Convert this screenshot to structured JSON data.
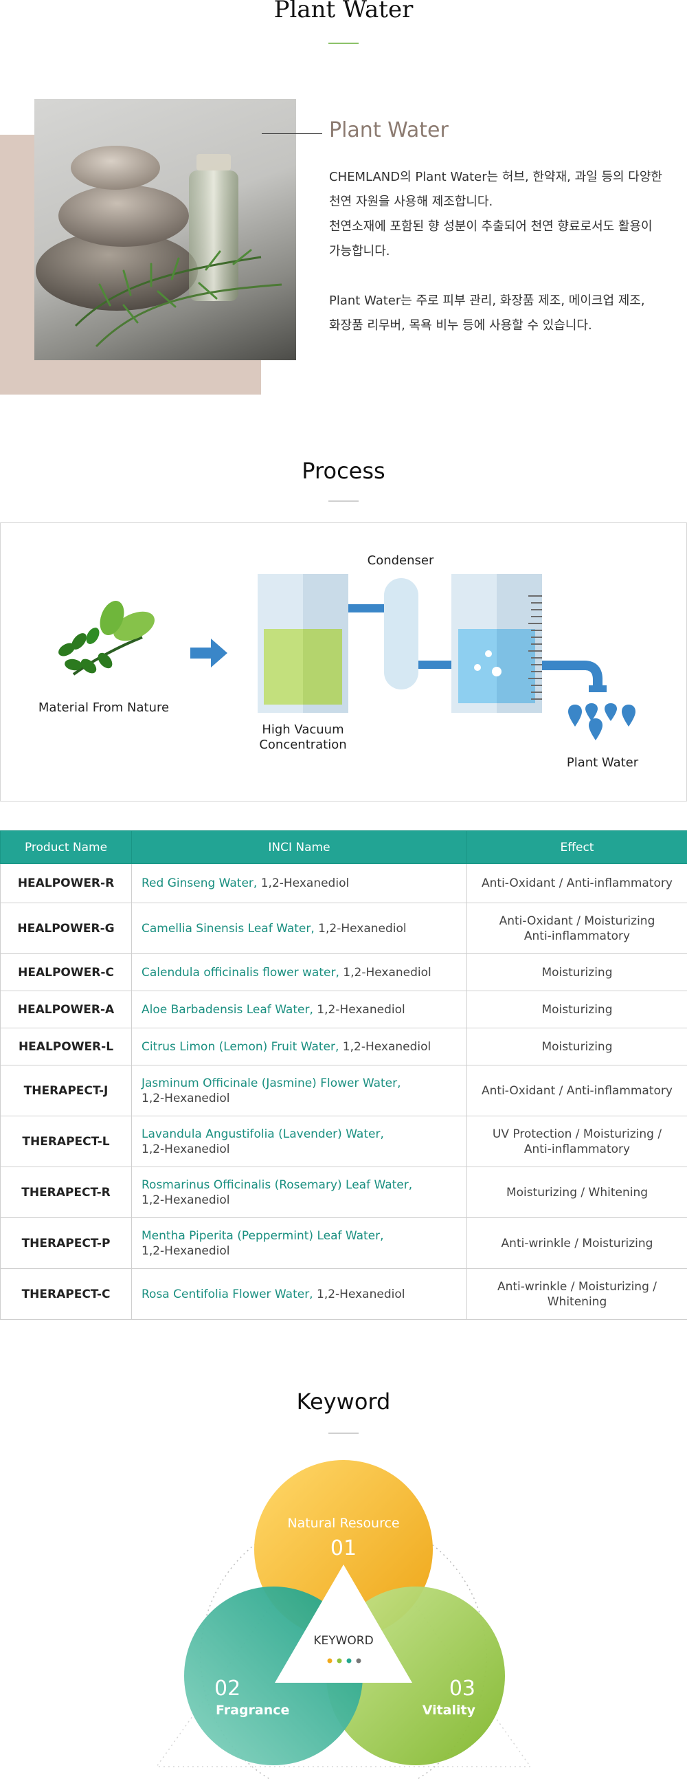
{
  "intro": {
    "section_title": "Plant Water",
    "title": "Plant Water",
    "paragraphs": [
      "CHEMLAND의 Plant Water는 허브, 한약재, 과일 등의 다양한\n천연 자원을 사용해 제조합니다.\n천연소재에 포함된 향 성분이 추출되어 천연 향료로서도 활용이\n가능합니다.",
      "Plant Water는 주로 피부 관리, 화장품 제조, 메이크업 제조,\n화장품 리무버, 목욕 비누 등에 사용할 수 있습니다."
    ]
  },
  "process": {
    "title": "Process",
    "material_label": "Material From Nature",
    "concentration_label_1": "High Vacuum",
    "concentration_label_2": "Concentration",
    "condenser_label": "Condenser",
    "output_label": "Plant Water"
  },
  "table": {
    "headers": [
      "Product Name",
      "INCI Name",
      "Effect"
    ],
    "rows": [
      {
        "name": "HEALPOWER-R",
        "inci_main": "Red Ginseng Water,",
        "inci_rest": " 1,2-Hexanediol",
        "effect": "Anti-Oxidant / Anti-inflammatory"
      },
      {
        "name": "HEALPOWER-G",
        "inci_main": "Camellia Sinensis Leaf Water,",
        "inci_rest": " 1,2-Hexanediol",
        "effect": "Anti-Oxidant / Moisturizing\nAnti-inflammatory"
      },
      {
        "name": "HEALPOWER-C",
        "inci_main": "Calendula officinalis flower water,",
        "inci_rest": " 1,2-Hexanediol",
        "effect": "Moisturizing"
      },
      {
        "name": "HEALPOWER-A",
        "inci_main": "Aloe Barbadensis Leaf Water,",
        "inci_rest": " 1,2-Hexanediol",
        "effect": "Moisturizing"
      },
      {
        "name": "HEALPOWER-L",
        "inci_main": "Citrus Limon (Lemon) Fruit Water,",
        "inci_rest": " 1,2-Hexanediol",
        "effect": "Moisturizing"
      },
      {
        "name": "THERAPECT-J",
        "inci_main": "Jasminum Officinale (Jasmine) Flower Water,",
        "inci_rest": "1,2-Hexanediol",
        "effect": "Anti-Oxidant / Anti-inflammatory",
        "break": true
      },
      {
        "name": "THERAPECT-L",
        "inci_main": "Lavandula Angustifolia (Lavender) Water,",
        "inci_rest": "1,2-Hexanediol",
        "effect": "UV Protection / Moisturizing /\nAnti-inflammatory",
        "break": true
      },
      {
        "name": "THERAPECT-R",
        "inci_main": "Rosmarinus Officinalis (Rosemary) Leaf Water,",
        "inci_rest": "1,2-Hexanediol",
        "effect": "Moisturizing / Whitening",
        "break": true
      },
      {
        "name": "THERAPECT-P",
        "inci_main": "Mentha Piperita (Peppermint) Leaf Water,",
        "inci_rest": "1,2-Hexanediol",
        "effect": "Anti-wrinkle / Moisturizing",
        "break": true
      },
      {
        "name": "THERAPECT-C",
        "inci_main": "Rosa Centifolia Flower Water,",
        "inci_rest": " 1,2-Hexanediol",
        "effect": "Anti-wrinkle / Moisturizing /\nWhitening"
      }
    ]
  },
  "keyword": {
    "title": "Keyword",
    "center_label": "KEYWORD",
    "items": [
      {
        "number": "01",
        "label": "Natural Resource"
      },
      {
        "number": "02",
        "label": "Fragrance"
      },
      {
        "number": "03",
        "label": "Vitality"
      }
    ]
  },
  "colors": {
    "accent_green": "#8cc269",
    "table_header": "#22a494",
    "inci_green": "#1a8f80",
    "intro_title": "#8c7b71",
    "process_blue": "#3a86c8",
    "keyword_orange": "#f0aa1c",
    "keyword_teal": "#25a88f",
    "keyword_lime": "#8fc23a"
  }
}
